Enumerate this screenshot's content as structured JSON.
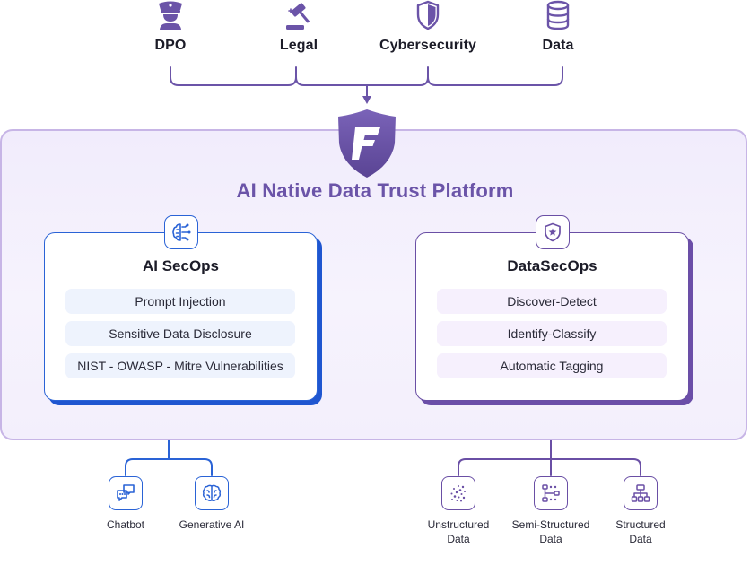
{
  "stakeholders": [
    {
      "label": "DPO",
      "icon": "officer-icon"
    },
    {
      "label": "Legal",
      "icon": "gavel-icon"
    },
    {
      "label": "Cybersecurity",
      "icon": "shield-icon"
    },
    {
      "label": "Data",
      "icon": "database-icon"
    }
  ],
  "platform": {
    "title": "AI Native Data Trust Platform",
    "logo_letter": "F"
  },
  "ai_secops": {
    "title": "AI SecOps",
    "icon": "brain-circuit-icon",
    "items": [
      "Prompt Injection",
      "Sensitive Data Disclosure",
      "NIST - OWASP - Mitre Vulnerabilities"
    ]
  },
  "datasecops": {
    "title": "DataSecOps",
    "icon": "badge-star-icon",
    "items": [
      "Discover-Detect",
      "Identify-Classify",
      "Automatic Tagging"
    ]
  },
  "ai_outputs": [
    {
      "label": "Chatbot",
      "icon": "chat-icon"
    },
    {
      "label": "Generative AI",
      "icon": "brain-icon"
    }
  ],
  "data_outputs": [
    {
      "label": "Unstructured\nData",
      "icon": "scatter-dots-icon"
    },
    {
      "label": "Semi-Structured\nData",
      "icon": "partial-tree-icon"
    },
    {
      "label": "Structured\nData",
      "icon": "hierarchy-icon"
    }
  ],
  "colors": {
    "purple": "#6b54a8",
    "blue": "#2a63d6",
    "platform_bg": "#f1ecfc",
    "platform_border": "#c7b5e6"
  }
}
